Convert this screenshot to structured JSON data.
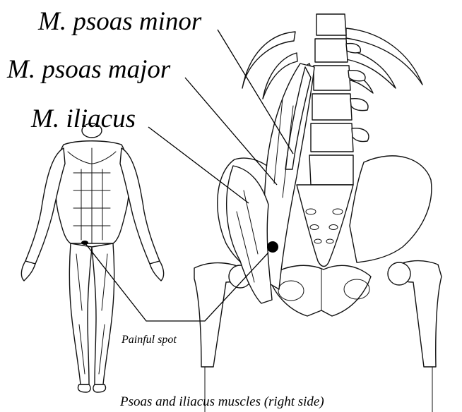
{
  "labels": {
    "psoas_minor": "M. psoas minor",
    "psoas_major": "M. psoas major",
    "iliacus": "M. iliacus",
    "painful_spot": "Painful spot",
    "caption": "Psoas and iliacus muscles (right side)"
  },
  "colors": {
    "ink": "#000000",
    "background": "#ffffff"
  }
}
